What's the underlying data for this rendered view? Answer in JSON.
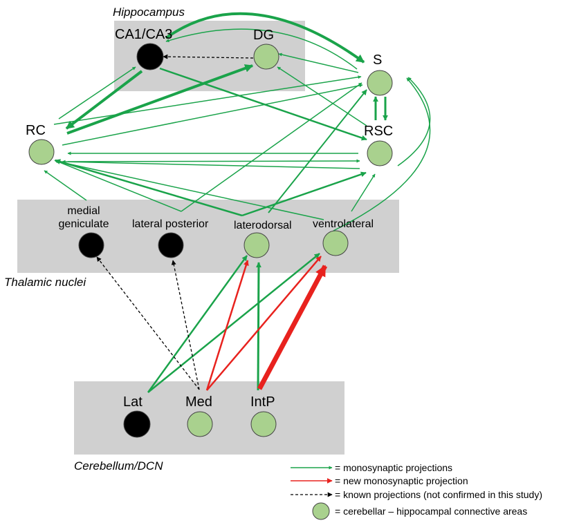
{
  "regions": {
    "hippocampus": "Hippocampus",
    "thalamic": "Thalamic nuclei",
    "cerebellum": "Cerebellum/DCN"
  },
  "nodes": [
    {
      "id": "ca1ca3",
      "label": "CA1/CA3",
      "type": "black"
    },
    {
      "id": "dg",
      "label": "DG",
      "type": "green"
    },
    {
      "id": "s",
      "label": "S",
      "type": "green"
    },
    {
      "id": "rsc",
      "label": "RSC",
      "type": "green"
    },
    {
      "id": "rc",
      "label": "RC",
      "type": "green"
    },
    {
      "id": "mg",
      "label_line1": "medial",
      "label_line2": "geniculate",
      "type": "black"
    },
    {
      "id": "lp",
      "label": "lateral posterior",
      "type": "black"
    },
    {
      "id": "ld",
      "label": "laterodorsal",
      "type": "green"
    },
    {
      "id": "vl",
      "label": "ventrolateral",
      "type": "green"
    },
    {
      "id": "lat",
      "label": "Lat",
      "type": "black"
    },
    {
      "id": "med",
      "label": "Med",
      "type": "green"
    },
    {
      "id": "intp",
      "label": "IntP",
      "type": "green"
    }
  ],
  "legend": {
    "mono": "= monosynaptic projections",
    "new": "= new monosynaptic projection",
    "known": "= known projections (not confirmed in this study)",
    "areas": "= cerebellar – hippocampal connective areas"
  },
  "colors": {
    "green_line": "#1aa34a",
    "red_line": "#e8221e",
    "node_green": "#a9d18e",
    "box_gray": "#d0d0d0"
  }
}
